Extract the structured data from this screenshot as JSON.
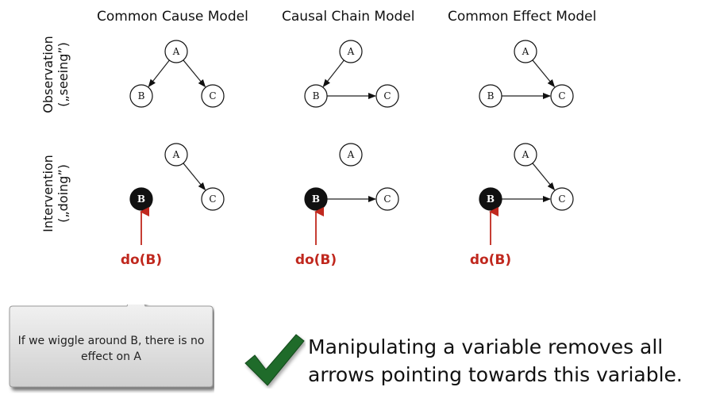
{
  "columns": [
    {
      "title": "Common Cause Model"
    },
    {
      "title": "Causal Chain Model"
    },
    {
      "title": "Common Effect Model"
    }
  ],
  "rows": [
    {
      "label_line1": "Observation",
      "label_line2": "(„seeing”)"
    },
    {
      "label_line1": "Intervention",
      "label_line2": "(„doing”)"
    }
  ],
  "graphs": {
    "observation": [
      {
        "model": "Common Cause Model",
        "nodes": [
          "A",
          "B",
          "C"
        ],
        "edges": [
          [
            "A",
            "B"
          ],
          [
            "A",
            "C"
          ]
        ]
      },
      {
        "model": "Causal Chain Model",
        "nodes": [
          "A",
          "B",
          "C"
        ],
        "edges": [
          [
            "A",
            "B"
          ],
          [
            "B",
            "C"
          ]
        ]
      },
      {
        "model": "Common Effect Model",
        "nodes": [
          "A",
          "B",
          "C"
        ],
        "edges": [
          [
            "A",
            "C"
          ],
          [
            "B",
            "C"
          ]
        ]
      }
    ],
    "intervention": [
      {
        "model": "Common Cause Model",
        "nodes": [
          "A",
          "B",
          "C"
        ],
        "edges": [
          [
            "A",
            "C"
          ]
        ],
        "intervened": "B"
      },
      {
        "model": "Causal Chain Model",
        "nodes": [
          "A",
          "B",
          "C"
        ],
        "edges": [
          [
            "B",
            "C"
          ]
        ],
        "intervened": "B"
      },
      {
        "model": "Common Effect Model",
        "nodes": [
          "A",
          "B",
          "C"
        ],
        "edges": [
          [
            "A",
            "C"
          ],
          [
            "B",
            "C"
          ]
        ],
        "intervened": "B"
      }
    ]
  },
  "do_label": "do(B)",
  "callout": {
    "text": "If we wiggle around B, there is no effect on A"
  },
  "summary": {
    "line1": "Manipulating a variable removes all",
    "line2": "arrows pointing towards this variable."
  },
  "icons": {
    "check": "check-icon"
  },
  "colors": {
    "do_red": "#c0281e",
    "check_green": "#1f6b2a",
    "intervened_fill": "#111111"
  }
}
